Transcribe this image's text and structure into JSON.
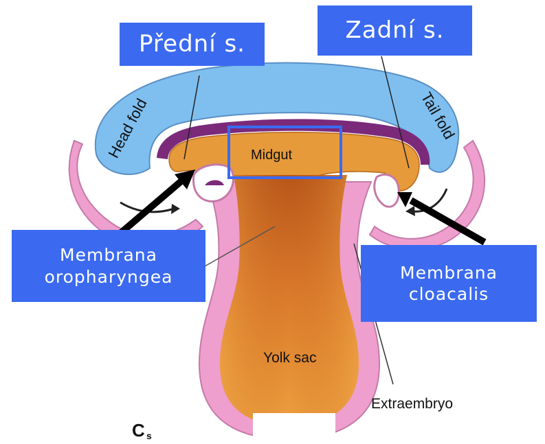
{
  "labels": {
    "predni": "Přední s.",
    "zadni": "Zadní s.",
    "membrana_oro_line1": "Membrana",
    "membrana_oro_line2": "oropharyngea",
    "membrana_clo_line1": "Membrana",
    "membrana_clo_line2": "cloacalis"
  },
  "diagram_text": {
    "head_fold": "Head fold",
    "tail_fold": "Tail fold",
    "midgut": "Midgut",
    "yolk_sac": "Yolk sac",
    "extraembryo": "Extraembryo",
    "panel_letter": "C",
    "panel_subscript": "s"
  },
  "colors": {
    "label_box": "#3b6af0",
    "highlight_box": "#3b6af0",
    "ectoderm_blue": "#7fbff0",
    "membrane_pink": "#ee9fce",
    "endoderm_orange": "#e69a3a",
    "gut_dark": "#c0601c",
    "mesoderm_purple": "#7b2a7a"
  }
}
